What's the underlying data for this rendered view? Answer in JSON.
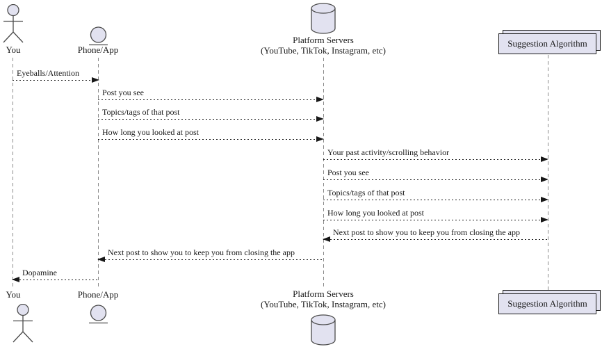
{
  "diagram": {
    "type": "uml-sequence-diagram",
    "colors": {
      "background": "#ffffff",
      "shape_fill": "#E2E2F0",
      "shape_border": "#181818",
      "icon_stroke": "#4a4a4a",
      "lifeline": "#8a8a8a",
      "message": "#181818"
    },
    "participants": [
      {
        "id": "you",
        "name": "You",
        "icon": "actor-icon"
      },
      {
        "id": "phone",
        "name": "Phone/App",
        "icon": "entity-icon"
      },
      {
        "id": "platform",
        "name": "Platform Servers",
        "subtitle": "(YouTube, TikTok, Instagram, etc)",
        "icon": "database-icon"
      },
      {
        "id": "algorithm",
        "name": "Suggestion Algorithm",
        "icon": "collections-box"
      }
    ],
    "messages": [
      {
        "from": "You",
        "to": "Phone/App",
        "direction": "right",
        "label": "Eyeballs/Attention"
      },
      {
        "from": "Phone/App",
        "to": "Platform Servers",
        "direction": "right",
        "label": "Post you see"
      },
      {
        "from": "Phone/App",
        "to": "Platform Servers",
        "direction": "right",
        "label": "Topics/tags of that post"
      },
      {
        "from": "Phone/App",
        "to": "Platform Servers",
        "direction": "right",
        "label": "How long you looked at post"
      },
      {
        "from": "Platform Servers",
        "to": "Suggestion Algorithm",
        "direction": "right",
        "label": "Your past activity/scrolling behavior"
      },
      {
        "from": "Platform Servers",
        "to": "Suggestion Algorithm",
        "direction": "right",
        "label": "Post you see"
      },
      {
        "from": "Platform Servers",
        "to": "Suggestion Algorithm",
        "direction": "right",
        "label": "Topics/tags of that post"
      },
      {
        "from": "Platform Servers",
        "to": "Suggestion Algorithm",
        "direction": "right",
        "label": "How long you looked at post"
      },
      {
        "from": "Suggestion Algorithm",
        "to": "Platform Servers",
        "direction": "left",
        "label": "Next post to show you to keep you from closing the app"
      },
      {
        "from": "Platform Servers",
        "to": "Phone/App",
        "direction": "left",
        "label": "Next post to show you to keep you from closing the app"
      },
      {
        "from": "Phone/App",
        "to": "You",
        "direction": "left",
        "label": "Dopamine"
      }
    ]
  }
}
